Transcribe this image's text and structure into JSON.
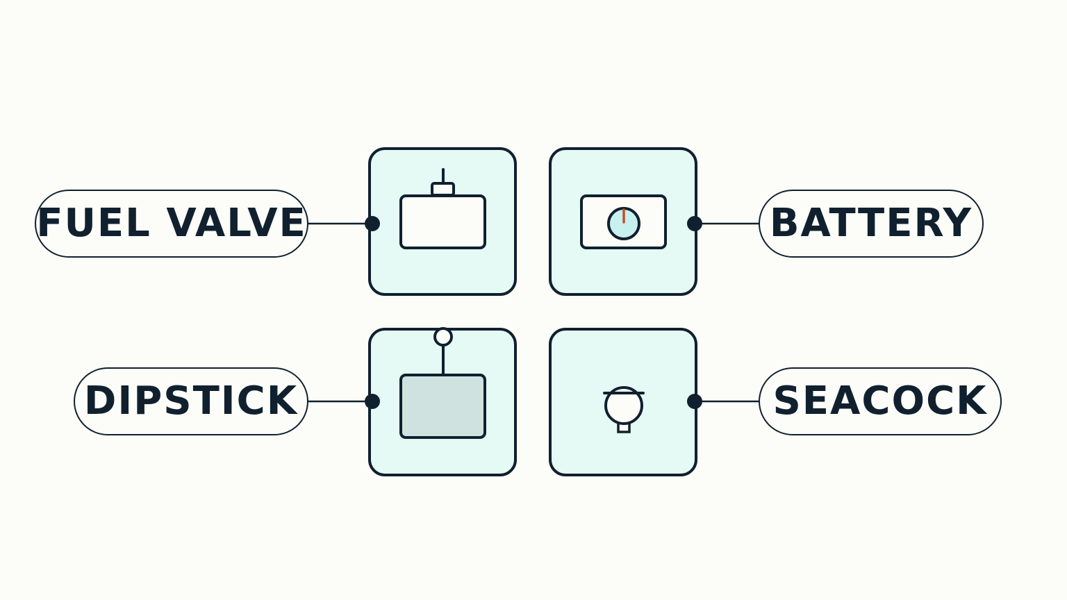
{
  "labels": {
    "fuel_valve": "FUEL VALVE",
    "battery": "BATTERY",
    "dipstick": "DIPSTICK",
    "seacock": "SEACOCK"
  },
  "icons": {
    "fuel_valve": "valve-box-icon",
    "battery": "battery-gauge-icon",
    "dipstick": "dipstick-tank-icon",
    "seacock": "seacock-icon"
  },
  "colors": {
    "ink": "#10202e",
    "tile_fill": "#e6faf5",
    "background": "#fcfcf8",
    "tank_fill": "#cfe2df",
    "gauge_fill": "#c8f0ef",
    "gauge_needle": "#c0502a"
  }
}
